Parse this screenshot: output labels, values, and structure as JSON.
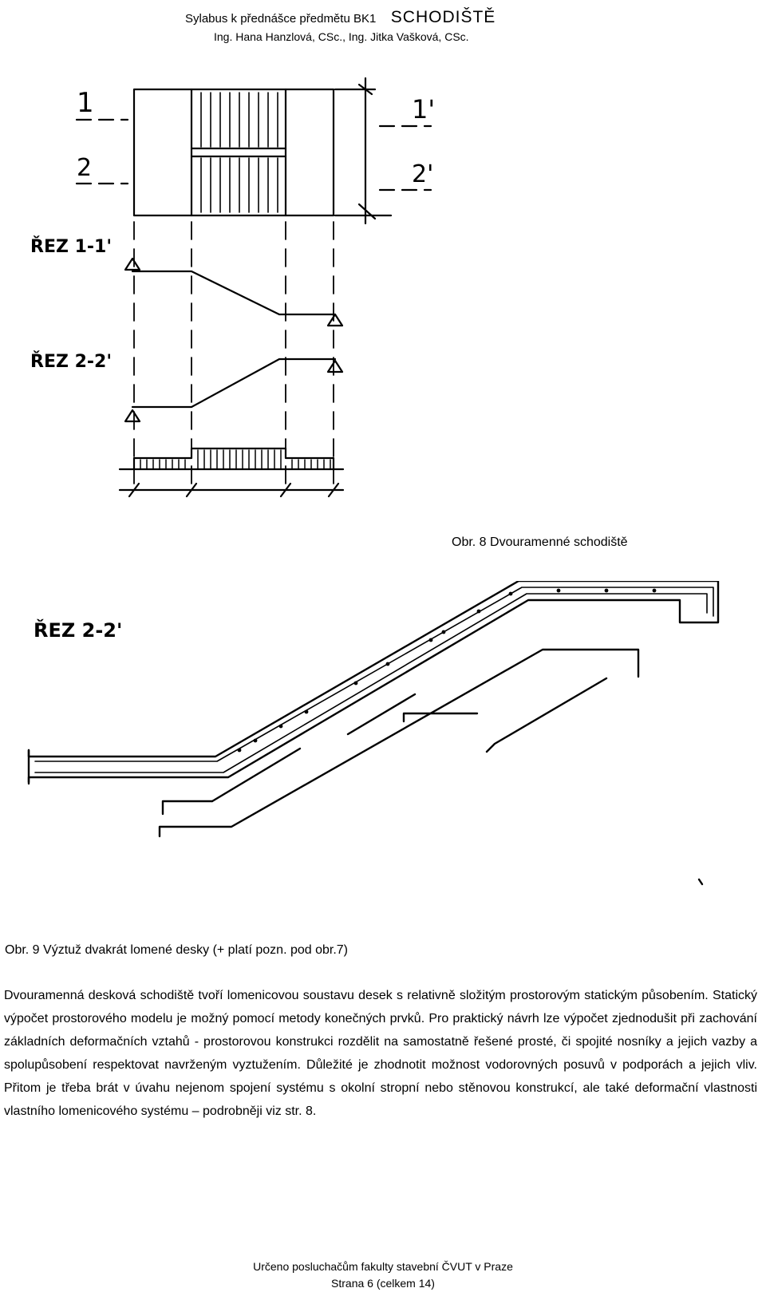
{
  "header": {
    "course": "Sylabus k přednášce předmětu BK1",
    "title": "SCHODIŠTĚ",
    "authors": "Ing. Hana Hanzlová, CSc., Ing. Jitka Vašková, CSc."
  },
  "figure8": {
    "labels": {
      "section_1": "1",
      "section_2": "2",
      "section_1p": "1'",
      "section_2p": "2'",
      "rez_1": "ŘEZ 1-1'",
      "rez_2": "ŘEZ 2-2'"
    },
    "caption": "Obr. 8 Dvouramenné schodiště"
  },
  "figure9": {
    "labels": {
      "rez": "ŘEZ 2-2'"
    },
    "caption": "Obr. 9 Výztuž dvakrát lomené desky (+ platí pozn. pod obr.7)"
  },
  "body": {
    "paragraph": "Dvouramenná desková schodiště tvoří lomenicovou soustavu desek s relativně složitým prostorovým statickým působením. Statický výpočet prostorového modelu je možný pomocí metody konečných prvků. Pro praktický návrh lze výpočet zjednodušit při zachování základních deformačních vztahů - prostorovou konstrukci rozdělit na samostatně řešené prosté, či spojité nosníky a jejich vazby a spolupůsobení respektovat navrženým vyztužením. Důležité je zhodnotit možnost vodorovných posuvů v podporách a jejich vliv. Přitom je třeba brát v úvahu nejenom spojení systému s okolní stropní nebo stěnovou konstrukcí, ale také deformační vlastnosti vlastního lomenicového systému – podrobněji viz str. 8."
  },
  "footer": {
    "faculty": "Určeno posluchačům fakulty stavební ČVUT v Praze",
    "page": "Strana 6 (celkem 14)"
  }
}
